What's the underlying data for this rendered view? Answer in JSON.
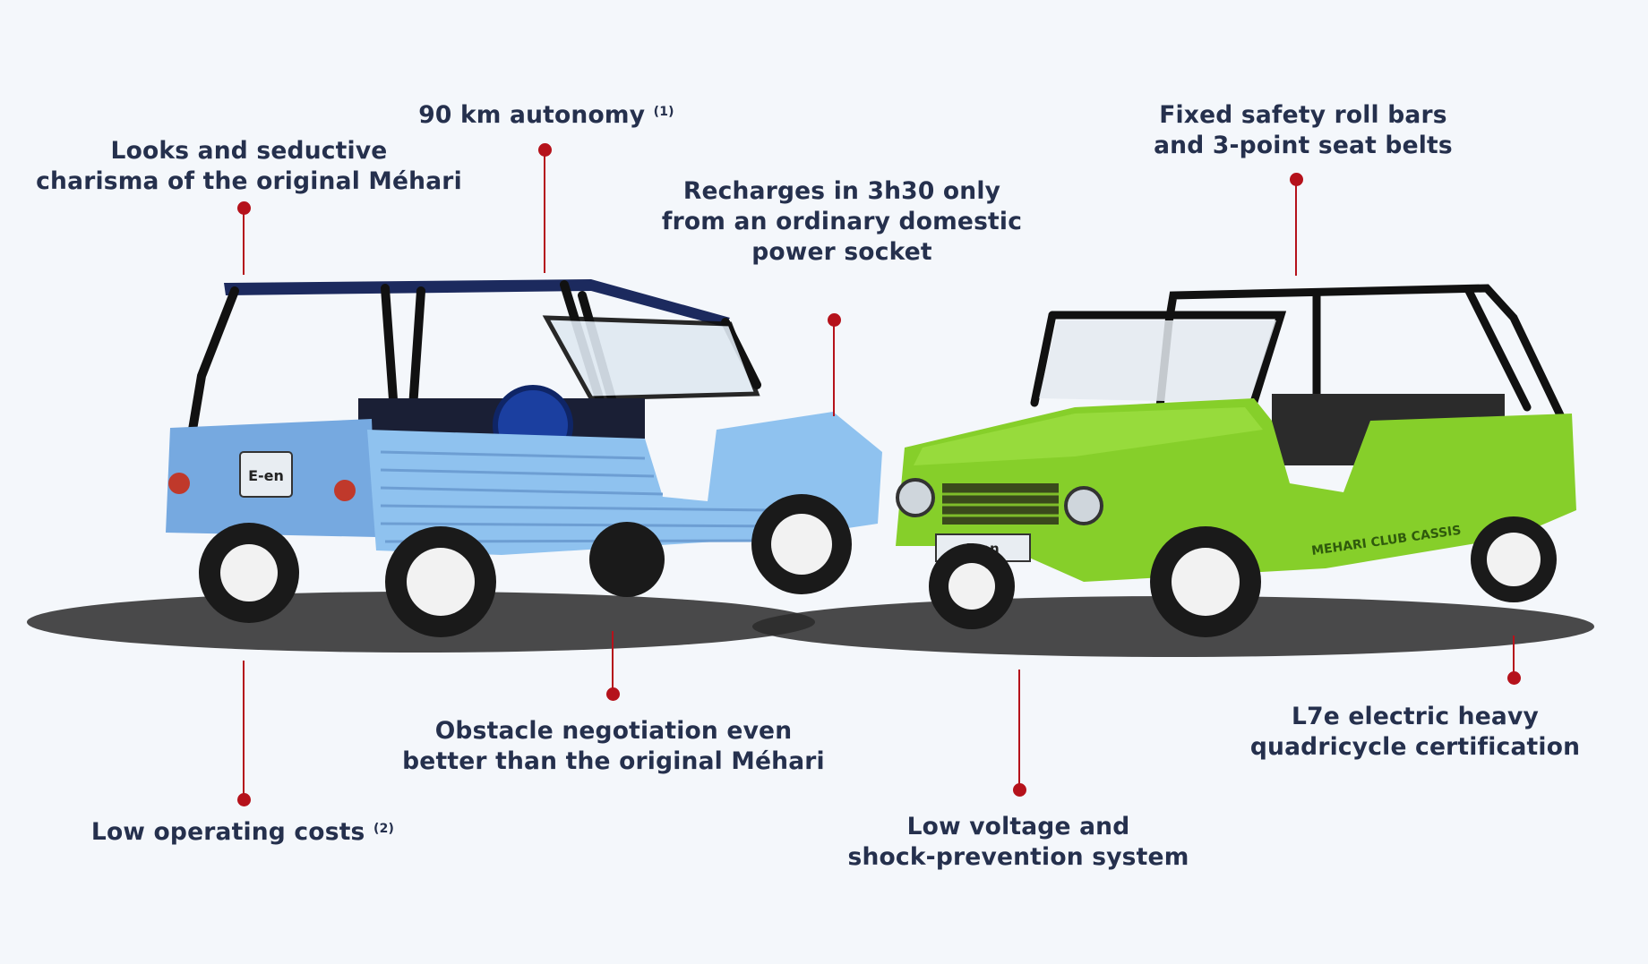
{
  "features": {
    "looks": {
      "line1": "Looks and seductive",
      "line2": "charisma of the original Méhari"
    },
    "autonomy": {
      "text": "90 km autonomy",
      "note": "(1)"
    },
    "recharge": {
      "line1": "Recharges in 3h30 only",
      "line2": "from an ordinary domestic",
      "line3": "power socket"
    },
    "rollbars": {
      "line1": "Fixed safety roll bars",
      "line2": "and 3-point seat belts"
    },
    "costs": {
      "text": "Low operating costs",
      "note": "(2)"
    },
    "obstacle": {
      "line1": "Obstacle negotiation even",
      "line2": "better than the original Méhari"
    },
    "voltage": {
      "line1": "Low voltage and",
      "line2": "shock-prevention system"
    },
    "certification": {
      "line1": "L7e electric heavy",
      "line2": "quadricycle certification"
    }
  },
  "vehicles": {
    "blue": {
      "badge": "E-en",
      "color": "#8fc2ef"
    },
    "green": {
      "badge": "E-en",
      "color": "#86cf2a",
      "side_text": "MEHARI CLUB CASSIS"
    }
  },
  "colors": {
    "accent": "#b5121b",
    "text": "#25304d",
    "background": "#f4f7fb"
  }
}
